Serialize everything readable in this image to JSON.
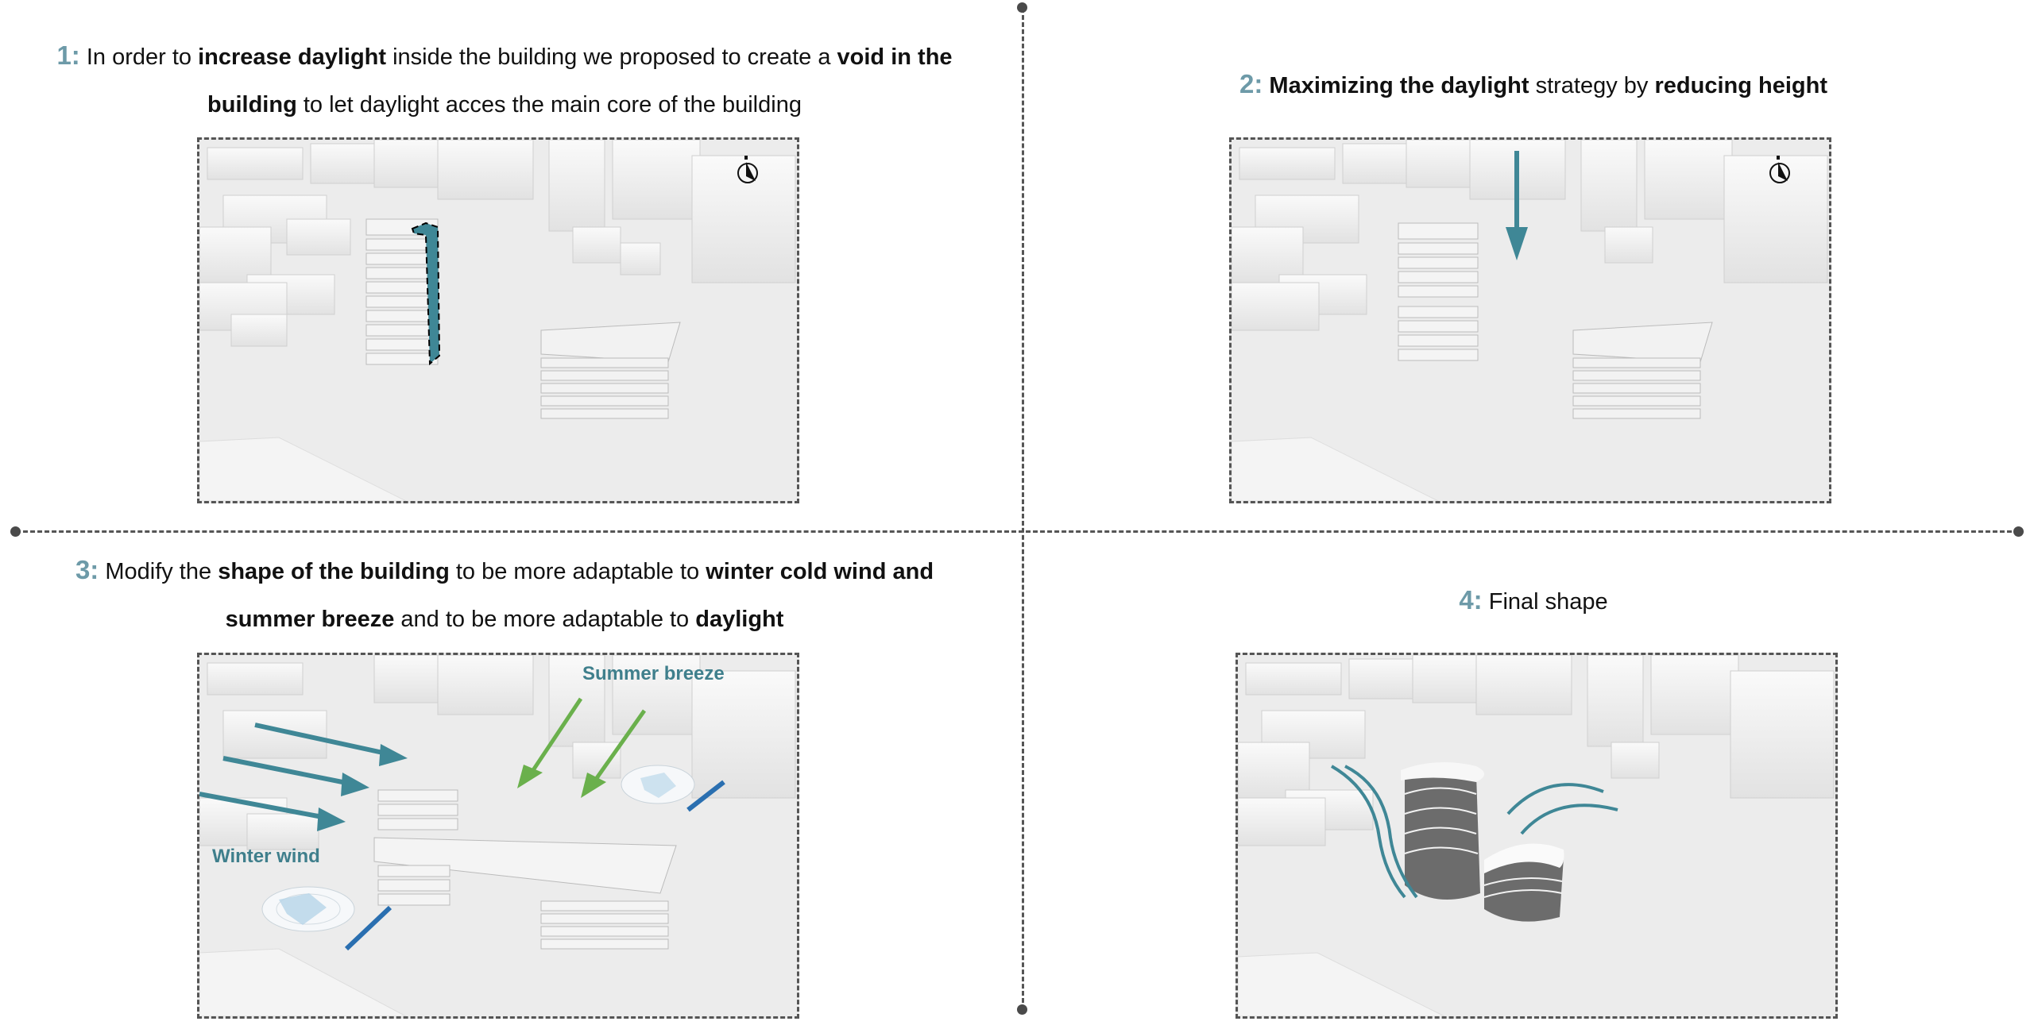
{
  "colors": {
    "step_number": "#6d9aa8",
    "accent_teal": "#3f8796",
    "breeze_green": "#6ab04c",
    "divider": "#555555",
    "background": "#ffffff"
  },
  "steps": [
    {
      "number": "1:",
      "caption_parts": [
        {
          "text": " In order to ",
          "bold": false
        },
        {
          "text": "increase daylight",
          "bold": true
        },
        {
          "text": " inside the building we proposed to create a ",
          "bold": false
        },
        {
          "text": "void in the building",
          "bold": true
        },
        {
          "text": " to let daylight acces the main core of the building",
          "bold": false
        }
      ],
      "panel": {
        "icons": [
          "north-compass-icon"
        ],
        "highlight": "void-core"
      }
    },
    {
      "number": "2:",
      "caption_parts": [
        {
          "text": " Maximizing the daylight",
          "bold": true
        },
        {
          "text": " strategy by ",
          "bold": false
        },
        {
          "text": "reducing height",
          "bold": true
        }
      ],
      "panel": {
        "icons": [
          "north-compass-icon",
          "down-arrow-icon"
        ]
      }
    },
    {
      "number": "3:",
      "caption_parts": [
        {
          "text": " Modify the ",
          "bold": false
        },
        {
          "text": "shape of the building",
          "bold": true
        },
        {
          "text": " to be more adaptable to ",
          "bold": false
        },
        {
          "text": "winter cold wind and summer breeze",
          "bold": true
        },
        {
          "text": " and to be more adaptable to ",
          "bold": false
        },
        {
          "text": "daylight",
          "bold": true
        }
      ],
      "panel": {
        "labels": {
          "summer": "Summer breeze",
          "winter": "Winter wind"
        },
        "icons": [
          "wind-rose-icon",
          "wind-arrow-icon",
          "breeze-arrow-icon"
        ]
      }
    },
    {
      "number": "4:",
      "caption_parts": [
        {
          "text": " Final shape",
          "bold": false
        }
      ],
      "panel": {
        "icons": [
          "airflow-curve-icon"
        ]
      }
    }
  ]
}
